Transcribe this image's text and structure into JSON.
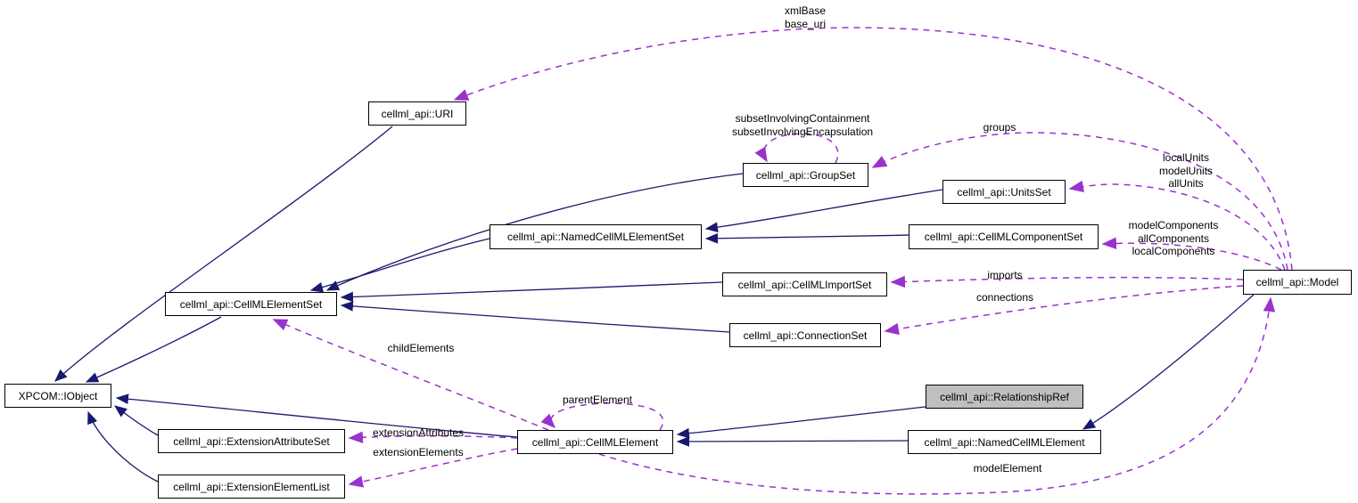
{
  "diagram_type": "collaboration-graph",
  "colors": {
    "inheritance_edge": "#191970",
    "usage_edge": "#9a32cd",
    "node_background": "#ffffff",
    "node_border": "#000000",
    "highlighted_node_background": "#bfbfbf",
    "text": "#000000"
  },
  "nodes": {
    "iobject": {
      "label": "XPCOM::IObject"
    },
    "uri": {
      "label": "cellml_api::URI"
    },
    "groupset": {
      "label": "cellml_api::GroupSet"
    },
    "unitsset": {
      "label": "cellml_api::UnitsSet"
    },
    "namedset": {
      "label": "cellml_api::NamedCellMLElementSet"
    },
    "componentset": {
      "label": "cellml_api::CellMLComponentSet"
    },
    "importset": {
      "label": "cellml_api::CellMLImportSet"
    },
    "elementset": {
      "label": "cellml_api::CellMLElementSet"
    },
    "connectionset": {
      "label": "cellml_api::ConnectionSet"
    },
    "model": {
      "label": "cellml_api::Model"
    },
    "relationshipref": {
      "label": "cellml_api::RelationshipRef"
    },
    "cellmlelement": {
      "label": "cellml_api::CellMLElement"
    },
    "namedelement": {
      "label": "cellml_api::NamedCellMLElement"
    },
    "extattrset": {
      "label": "cellml_api::ExtensionAttributeSet"
    },
    "extelemlist": {
      "label": "cellml_api::ExtensionElementList"
    }
  },
  "edge_labels": {
    "xml_base": "xmlBase\nbase_uri",
    "subset": "subsetInvolvingContainment\nsubsetInvolvingEncapsulation",
    "groups": "groups",
    "local_units": "localUnits\nmodelUnits\nallUnits",
    "model_components": "modelComponents\nallComponents\nlocalComponents",
    "imports": "imports",
    "connections": "connections",
    "child_elements": "childElements",
    "parent_element": "parentElement",
    "extension_attributes": "extensionAttributes",
    "extension_elements": "extensionElements",
    "model_element": "modelElement"
  }
}
